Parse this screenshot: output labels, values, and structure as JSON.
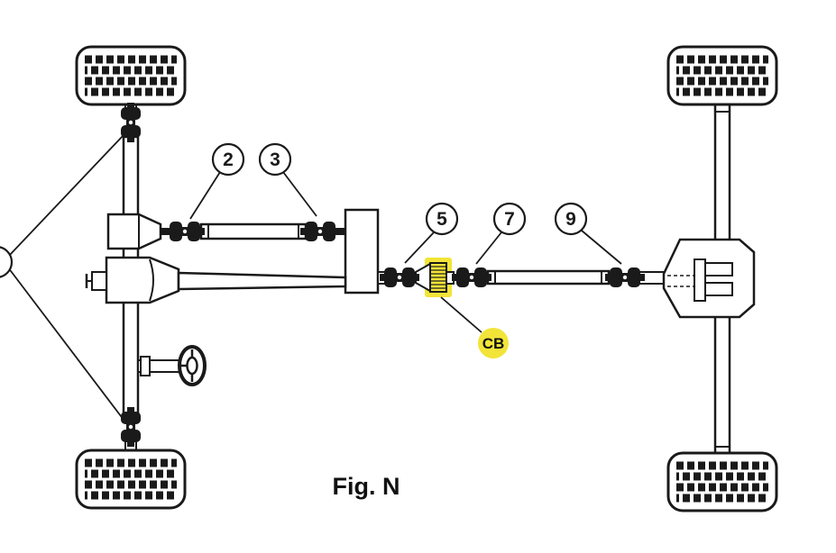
{
  "figure": {
    "caption": "Fig. N",
    "background_color": "#ffffff",
    "line_color": "#1a1a1a",
    "highlight_color": "#f2e438"
  },
  "callouts": {
    "c2": {
      "label": "2"
    },
    "c3": {
      "label": "3"
    },
    "c5": {
      "label": "5"
    },
    "c7": {
      "label": "7"
    },
    "c9": {
      "label": "9"
    },
    "cb": {
      "label": "CB"
    }
  }
}
